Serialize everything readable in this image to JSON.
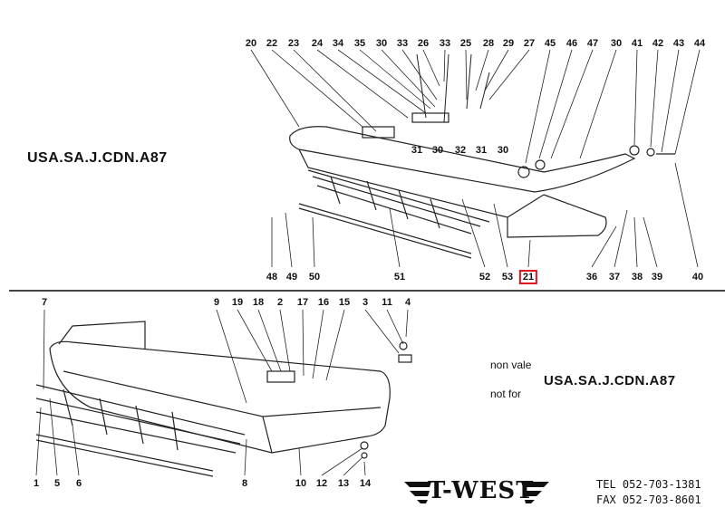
{
  "diagram": {
    "top_section": {
      "market_label": "USA.SA.J.CDN.A87",
      "labels_top_row": [
        "20",
        "22",
        "23",
        "24",
        "34",
        "35",
        "30",
        "33",
        "26",
        "33",
        "25",
        "28",
        "29",
        "27",
        "45",
        "46",
        "47",
        "30",
        "41",
        "42",
        "43",
        "44"
      ],
      "labels_middle_row": [
        "31",
        "30",
        "32",
        "31",
        "30"
      ],
      "labels_bottom_row": [
        "48",
        "49",
        "50",
        "51",
        "52",
        "53",
        "21",
        "36",
        "37",
        "38",
        "39",
        "40"
      ],
      "highlighted_part": "21"
    },
    "bottom_section": {
      "labels_top_row": [
        "7",
        "9",
        "19",
        "18",
        "2",
        "17",
        "16",
        "15",
        "3",
        "11",
        "4"
      ],
      "labels_bottom_row": [
        "1",
        "5",
        "6",
        "8",
        "10",
        "12",
        "13",
        "14"
      ],
      "note_line1": "non vale",
      "market_label": "USA.SA.J.CDN.A87",
      "note_line2": "not for"
    },
    "highlight_color": "#e0141e"
  },
  "footer": {
    "logo_text": "T-WEST",
    "tel": "TEL  052-703-1381",
    "fax": "FAX  052-703-8601"
  }
}
